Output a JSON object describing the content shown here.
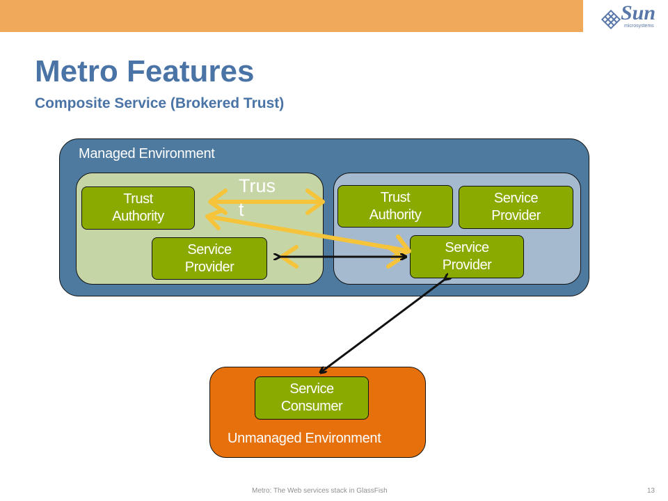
{
  "header": {
    "logo_text": "Sun",
    "logo_sub": "microsystems",
    "title": "Metro Features",
    "subtitle": "Composite Service (Brokered Trust)"
  },
  "diagram": {
    "managed_label": "Managed Environment",
    "unmanaged_label": "Unmanaged Environment",
    "trust_label": "Trus t",
    "left_trust_authority": [
      "Trust",
      "Authority"
    ],
    "left_service_provider": [
      "Service",
      "Provider"
    ],
    "right_trust_authority": [
      "Trust",
      "Authority"
    ],
    "right_service_provider_top": [
      "Service",
      "Provider"
    ],
    "right_service_provider_bottom": [
      "Service",
      "Provider"
    ],
    "service_consumer": [
      "Service",
      "Consumer"
    ],
    "colors": {
      "managed": "#4d7a9e",
      "left_inner": "#c6d5a6",
      "right_inner": "#a5b9cf",
      "unmanaged": "#e5700c",
      "node": "#8aaa00",
      "trust_arrow": "#f5c43a",
      "connector": "#111111"
    }
  },
  "footer": {
    "text": "Metro: The Web services  stack in GlassFish",
    "page": "13"
  }
}
